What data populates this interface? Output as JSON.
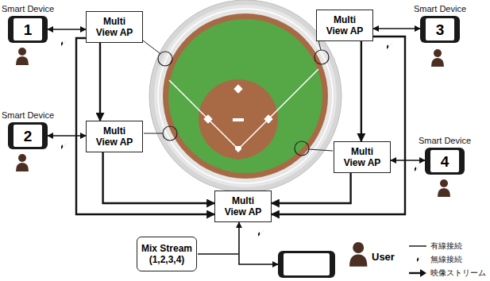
{
  "diagram": {
    "nodes": [
      {
        "text": [
          "Smart Device",
          "1"
        ]
      },
      {
        "text": [
          "Multi View AP"
        ]
      },
      {
        "text": [
          "Multi View AP"
        ]
      },
      {
        "text": [
          "Smart Device",
          "3"
        ]
      },
      {
        "text": [
          "Smart Device",
          "2"
        ]
      },
      {
        "text": [
          "Multi View AP"
        ]
      },
      {
        "text": [
          "Multi View AP"
        ]
      },
      {
        "text": [
          "Smart Device",
          "4"
        ]
      },
      {
        "text": [
          "Multi View AP"
        ]
      },
      {
        "text": [
          "Mix Stream (1,2,3,4)"
        ]
      },
      {
        "text": [
          "User"
        ]
      }
    ],
    "edges": [
      {
        "from": 0,
        "to": 1,
        "arrow": "both"
      },
      {
        "from": 3,
        "to": 2,
        "arrow": "both"
      },
      {
        "from": 4,
        "to": 5,
        "arrow": "both"
      },
      {
        "from": 7,
        "to": 6,
        "arrow": "both"
      },
      {
        "from": 1,
        "to": 5,
        "arrow": "to"
      },
      {
        "from": 1,
        "to": 8,
        "arrow": "to"
      },
      {
        "from": 5,
        "to": 8,
        "arrow": "to"
      },
      {
        "from": 2,
        "to": 6,
        "arrow": "to"
      },
      {
        "from": 2,
        "to": 8,
        "arrow": "to"
      },
      {
        "from": 6,
        "to": 8,
        "arrow": "to"
      },
      {
        "from": 8,
        "to": 10,
        "arrow": "both"
      }
    ],
    "legend": [
      {
        "text": "有線接続"
      },
      {
        "text": "無線接続"
      },
      {
        "text": "映像ストリーム"
      }
    ]
  }
}
